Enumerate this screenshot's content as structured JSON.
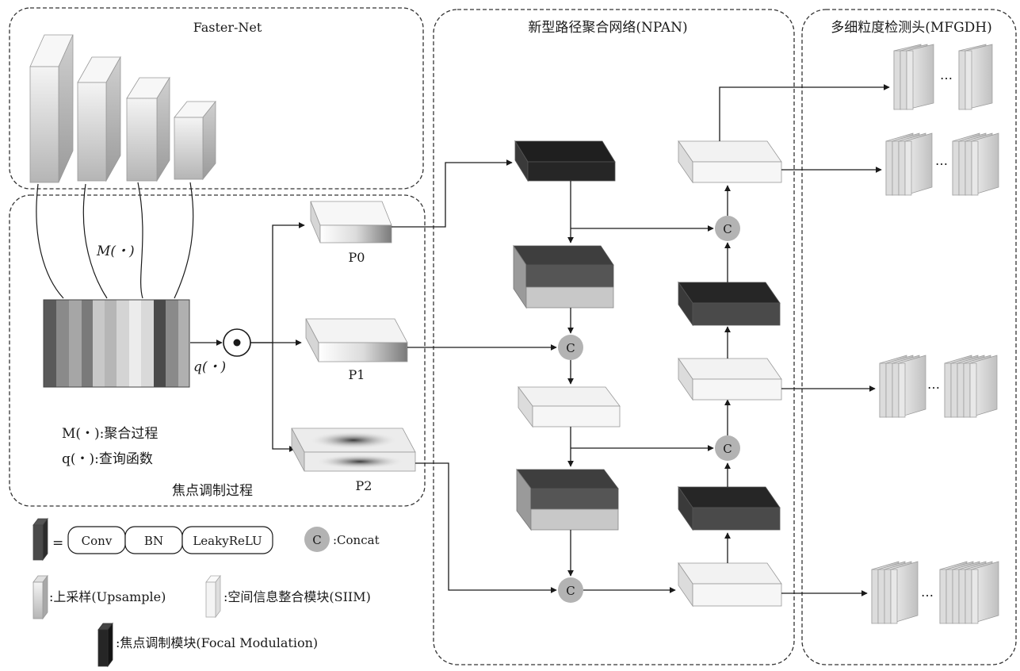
{
  "regions": {
    "backbone": "Faster-Net",
    "neck": "新型路径聚合网络(NPAN)",
    "head": "多细粒度检测头(MFGDH)",
    "focal": "焦点调制过程"
  },
  "labels": {
    "m_func": "M(・)",
    "q_func": "q(・)",
    "m_desc": "M(・):聚合过程",
    "q_desc": "q(・):查询函数",
    "p0": "P0",
    "p1": "P1",
    "p2": "P2",
    "concat_symbol": "C",
    "ellipsis": "…"
  },
  "legend": {
    "equals": "=",
    "conv": "Conv",
    "bn": "BN",
    "leaky": "LeakyReLU",
    "concat": ":Concat",
    "upsample": ":上采样(Upsample)",
    "siim": ":空间信息整合模块(SIIM)",
    "focal_module": ":焦点调制模块(Focal Modulation)"
  },
  "colors": {
    "conv_block": "#4a4a4a",
    "upsample_block": "#c4c4c4",
    "siim_block": "#f2f2f2",
    "focal_block": "#262626",
    "concat_node": "#b3b3b3"
  }
}
